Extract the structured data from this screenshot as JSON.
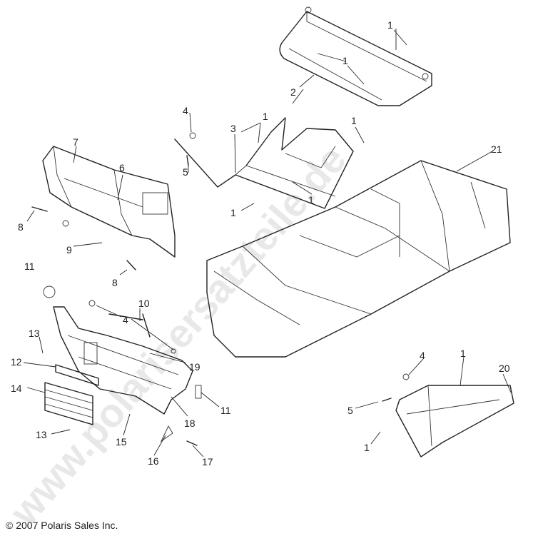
{
  "watermark": "www.polarisersatzteile.de",
  "copyright": "© 2007 Polaris Sales Inc.",
  "callouts": [
    "1",
    "1",
    "1",
    "1",
    "1",
    "1",
    "1",
    "1",
    "2",
    "3",
    "4",
    "4",
    "4",
    "5",
    "5",
    "6",
    "7",
    "8",
    "8",
    "9",
    "10",
    "11",
    "11",
    "12",
    "13",
    "13",
    "14",
    "15",
    "16",
    "17",
    "18",
    "19",
    "20",
    "21"
  ]
}
